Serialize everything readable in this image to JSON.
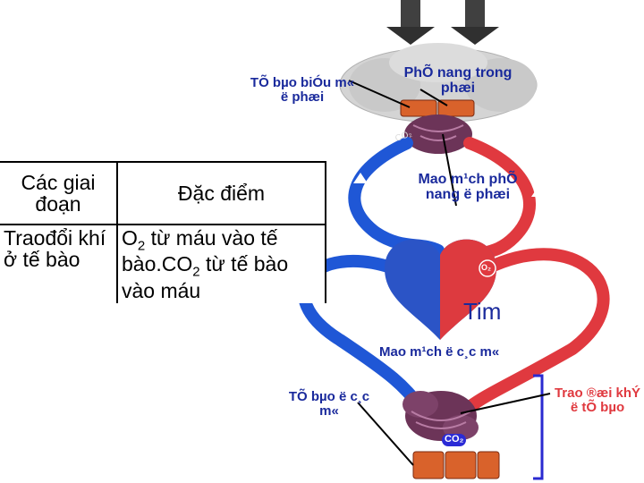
{
  "labels": {
    "alveoli_wall": "TÕ bµo biÓu m« ë phæi",
    "lung_capillary_top": "PhÕ nang trong phæi",
    "lung_capillary": "Mao m¹ch phÕ nang ë phæi",
    "o2_badge": "O₂",
    "heart": "Tim",
    "tissue_capillary": "Mao m¹ch ë c¸c m«",
    "tissue_cell": "TÕ bµo ë c¸c m«",
    "tissue_exchange": "Trao ®æi khÝ ë tÕ bµo",
    "co2_badge": "CO₂",
    "co2_lung": "CO₂"
  },
  "table": {
    "header": {
      "col1": "Các giai đoạn",
      "col2": "Đặc điểm"
    },
    "row": {
      "col1": "Traođổi khí ở tế bào",
      "col2_a": "O",
      "col2_sub_a": "2",
      "col2_b": " từ máu vào tế bào.CO",
      "col2_sub_b": "2",
      "col2_c": " từ tế bào vào máu"
    }
  },
  "colors": {
    "venous": "#1f57d6",
    "arterial": "#e0393f",
    "lung_tissue": "#d9d9d9",
    "capillary_bed": "#7a3d63",
    "cell_block": "#d9622b",
    "label_text": "#1a2a9c",
    "heart_label": "#1a2a9c"
  }
}
